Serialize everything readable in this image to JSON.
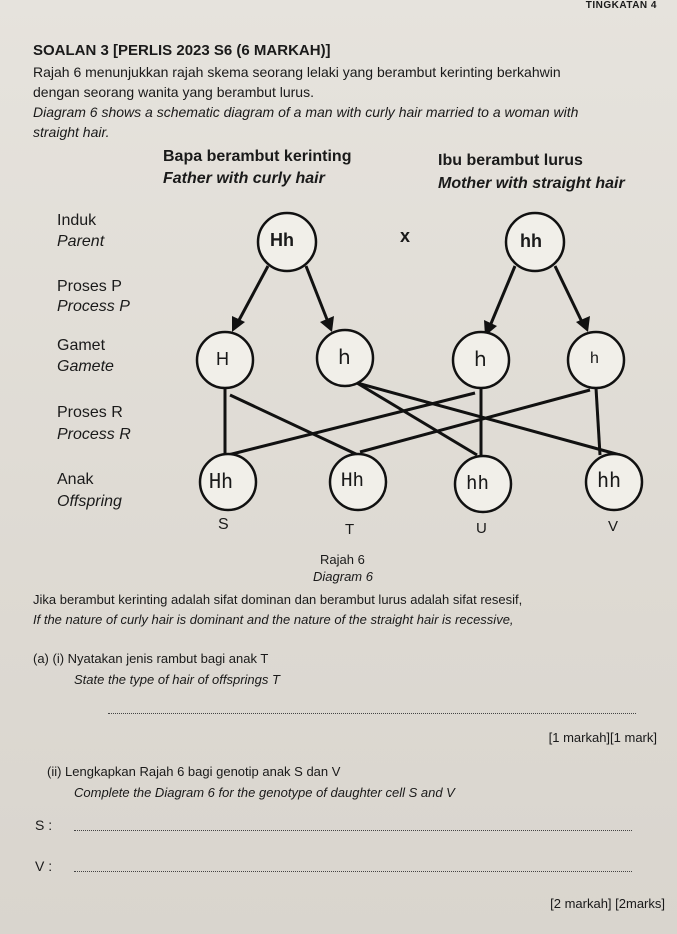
{
  "header": {
    "top_right": "TINGKATAN 4"
  },
  "question": {
    "title": "SOALAN 3 [PERLIS 2023 S6 (6 MARKAH)]",
    "intro_ms_1": "Rajah 6 menunjukkan rajah skema seorang lelaki yang berambut kerinting berkahwin",
    "intro_ms_2": "dengan seorang wanita yang berambut lurus.",
    "intro_en_1": "Diagram 6 shows a schematic diagram of a man with curly hair married to a woman with",
    "intro_en_2": "straight hair."
  },
  "diagram": {
    "father_ms": "Bapa berambut kerinting",
    "father_en": "Father with curly hair",
    "mother_ms": "Ibu berambut lurus",
    "mother_en": "Mother with straight hair",
    "row_labels": [
      {
        "ms": "Induk",
        "en": "Parent"
      },
      {
        "ms": "Proses P",
        "en": "Process P"
      },
      {
        "ms": "Gamet",
        "en": "Gamete"
      },
      {
        "ms": "Proses R",
        "en": "Process R"
      },
      {
        "ms": "Anak",
        "en": "Offspring"
      }
    ],
    "parent_father": "Hh",
    "cross": "x",
    "parent_mother": "hh",
    "gametes": [
      "H",
      "h",
      "h",
      "h"
    ],
    "offspring": [
      "Hh",
      "Hh",
      "hh",
      "hh"
    ],
    "offspring_letters": [
      "S",
      "T",
      "U",
      "V"
    ],
    "caption_ms": "Rajah 6",
    "caption_en": "Diagram 6"
  },
  "statement": {
    "ms": "Jika berambut kerinting adalah sifat dominan dan berambut lurus adalah sifat resesif,",
    "en": "If the nature of curly hair is dominant and the nature of the straight hair is recessive,"
  },
  "part_a_i": {
    "label_ms": "(a) (i)  Nyatakan jenis rambut bagi anak T",
    "label_en": "State the type of hair of offsprings T",
    "marks": "[1 markah][1 mark]"
  },
  "part_a_ii": {
    "label_ms": "(ii) Lengkapkan Rajah 6 bagi genotip anak S dan V",
    "label_en": "Complete the Diagram 6 for the genotype of daughter cell S and V",
    "s_label": "S :",
    "v_label": "V :",
    "marks": "[2 markah] [2marks]"
  }
}
